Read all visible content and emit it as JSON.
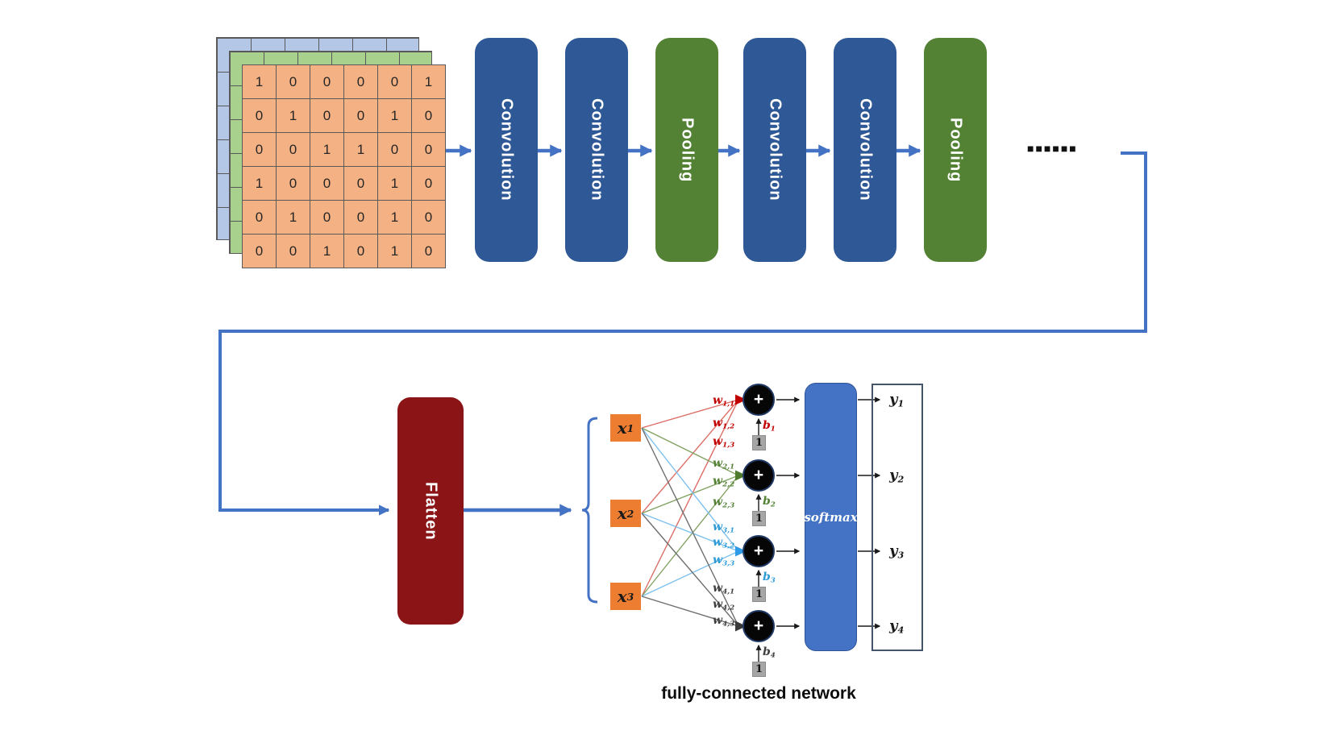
{
  "pipeline": {
    "blocks": [
      {
        "label": "Convolution",
        "type": "conv"
      },
      {
        "label": "Convolution",
        "type": "conv"
      },
      {
        "label": "Pooling",
        "type": "pool"
      },
      {
        "label": "Convolution",
        "type": "conv"
      },
      {
        "label": "Convolution",
        "type": "conv"
      },
      {
        "label": "Pooling",
        "type": "pool"
      }
    ],
    "ellipsis": "■■■■■■"
  },
  "input_grid": {
    "values": [
      [
        "1",
        "0",
        "0",
        "0",
        "0",
        "1"
      ],
      [
        "0",
        "1",
        "0",
        "0",
        "1",
        "0"
      ],
      [
        "0",
        "0",
        "1",
        "1",
        "0",
        "0"
      ],
      [
        "1",
        "0",
        "0",
        "0",
        "1",
        "0"
      ],
      [
        "0",
        "1",
        "0",
        "0",
        "1",
        "0"
      ],
      [
        "0",
        "0",
        "1",
        "0",
        "1",
        "0"
      ]
    ]
  },
  "flatten": {
    "label": "Flatten"
  },
  "fc": {
    "caption": "fully-connected network",
    "inputs": [
      {
        "base": "x",
        "sub": "1"
      },
      {
        "base": "x",
        "sub": "2"
      },
      {
        "base": "x",
        "sub": "3"
      }
    ],
    "neuron_op": "+",
    "weights": [
      {
        "base": "w",
        "sub": "1,1"
      },
      {
        "base": "w",
        "sub": "1,2"
      },
      {
        "base": "w",
        "sub": "1,3"
      },
      {
        "base": "w",
        "sub": "2,1"
      },
      {
        "base": "w",
        "sub": "2,2"
      },
      {
        "base": "w",
        "sub": "2,3"
      },
      {
        "base": "w",
        "sub": "3,1"
      },
      {
        "base": "w",
        "sub": "3,2"
      },
      {
        "base": "w",
        "sub": "3,3"
      },
      {
        "base": "w",
        "sub": "4,1"
      },
      {
        "base": "w",
        "sub": "4,2"
      },
      {
        "base": "w",
        "sub": "4,3"
      }
    ],
    "biases": [
      {
        "base": "b",
        "sub": "1",
        "input": "1"
      },
      {
        "base": "b",
        "sub": "2",
        "input": "1"
      },
      {
        "base": "b",
        "sub": "3",
        "input": "1"
      },
      {
        "base": "b",
        "sub": "4",
        "input": "1"
      }
    ],
    "softmax": {
      "label": "softmax"
    },
    "outputs": [
      {
        "base": "y",
        "sub": "1"
      },
      {
        "base": "y",
        "sub": "2"
      },
      {
        "base": "y",
        "sub": "3"
      },
      {
        "base": "y",
        "sub": "4"
      }
    ]
  },
  "colors": {
    "arrow_blue": "#4472C4",
    "conv_blue": "#2F5897",
    "pool_green": "#548235",
    "flatten_maroon": "#8A1416",
    "softmax_blue": "#4472C4",
    "input_orange": "#ED7D31",
    "grid_blue": "#B4C7E7",
    "grid_green": "#A9D18E",
    "grid_orange": "#F4B183",
    "group_red": "#C00000",
    "group_green": "#538135",
    "group_blue": "#2E9BD6",
    "group_gray": "#3F3F3F"
  }
}
